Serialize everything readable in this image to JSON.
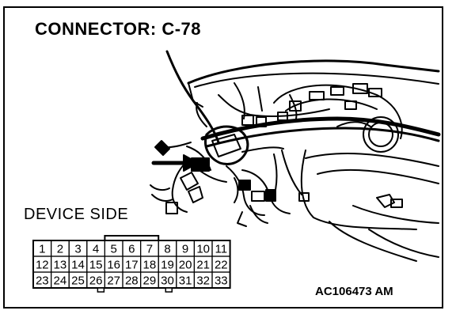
{
  "diagram": {
    "title": "CONNECTOR: C-78",
    "device_side_label": "DEVICE SIDE",
    "reference_code": "AC106473 AM",
    "connector_pins": [
      [
        "1",
        "2",
        "3",
        "4",
        "5",
        "6",
        "7",
        "8",
        "9",
        "10",
        "11"
      ],
      [
        "12",
        "13",
        "14",
        "15",
        "16",
        "17",
        "18",
        "19",
        "20",
        "21",
        "22"
      ],
      [
        "23",
        "24",
        "25",
        "26",
        "27",
        "28",
        "29",
        "30",
        "31",
        "32",
        "33"
      ]
    ]
  }
}
